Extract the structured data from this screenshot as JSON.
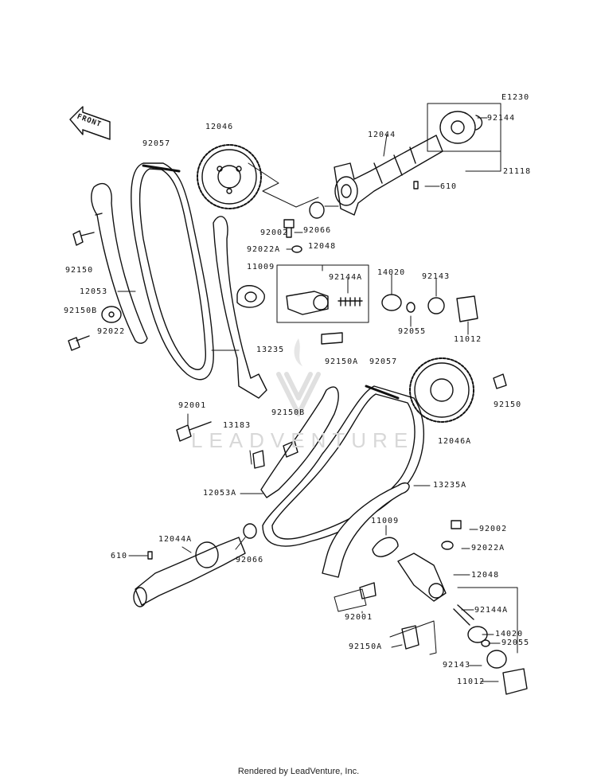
{
  "diagram_code": "E1230",
  "front_label": "FRONT",
  "watermark": "LEADVENTURE",
  "footer": "Rendered by LeadVenture, Inc.",
  "labels": {
    "p92144": "92144",
    "p12044": "12044",
    "p12046": "12046",
    "p92057": "92057",
    "p21118": "21118",
    "p610": "610",
    "p92002": "92002",
    "p92066": "92066",
    "p12048": "12048",
    "p92022A": "92022A",
    "p11009": "11009",
    "p92144A": "92144A",
    "p14020": "14020",
    "p92143": "92143",
    "p92150": "92150",
    "p12053": "12053",
    "p92150B": "92150B",
    "p92055": "92055",
    "p92022": "92022",
    "p11012": "11012",
    "p13235": "13235",
    "p92150A": "92150A",
    "p92001": "92001",
    "p13183": "13183",
    "p12046A": "12046A",
    "p13235A": "13235A",
    "p12053A": "12053A",
    "p12044A": "12044A"
  }
}
